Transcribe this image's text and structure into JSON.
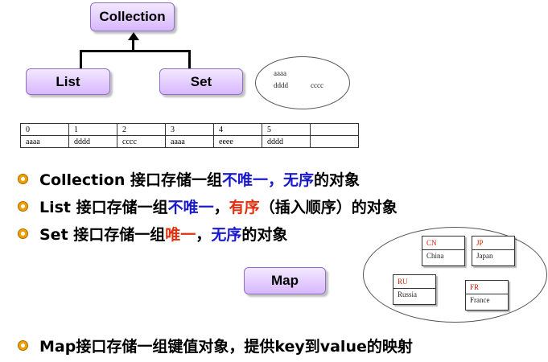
{
  "hierarchy": {
    "root": "Collection",
    "left_child": "List",
    "right_child": "Set",
    "map": "Map"
  },
  "set_example": {
    "line1": "aaaa",
    "line2_a": "dddd",
    "line2_b": "cccc"
  },
  "list_table": {
    "indices": [
      "0",
      "1",
      "2",
      "3",
      "4",
      "5",
      ""
    ],
    "values": [
      "aaaa",
      "dddd",
      "cccc",
      "aaaa",
      "eeee",
      "dddd",
      ""
    ]
  },
  "bullets": {
    "b1": {
      "a": "Collection 接口存储一组",
      "b": "不唯一",
      "c": "，",
      "d": "无序",
      "e": "的对象"
    },
    "b2": {
      "a": "List 接口存储一组",
      "b": "不唯一",
      "c": "，",
      "d": "有序",
      "e": "（插入顺序）的对象"
    },
    "b3": {
      "a": "Set 接口存储一组",
      "b": "唯一",
      "c": "，",
      "d": "无序",
      "e": "的对象"
    },
    "b4": {
      "a": "Map接口存储一组键值对象，提供key到value的映射"
    }
  },
  "map_entries": [
    {
      "key": "CN",
      "value": "China"
    },
    {
      "key": "JP",
      "value": "Japan"
    },
    {
      "key": "RU",
      "value": "Russia"
    },
    {
      "key": "FR",
      "value": "France"
    }
  ],
  "colors": {
    "blue": "#1a1acc",
    "red": "#e03010",
    "bullet": "#f0a000",
    "node": "#d7b8ff"
  }
}
